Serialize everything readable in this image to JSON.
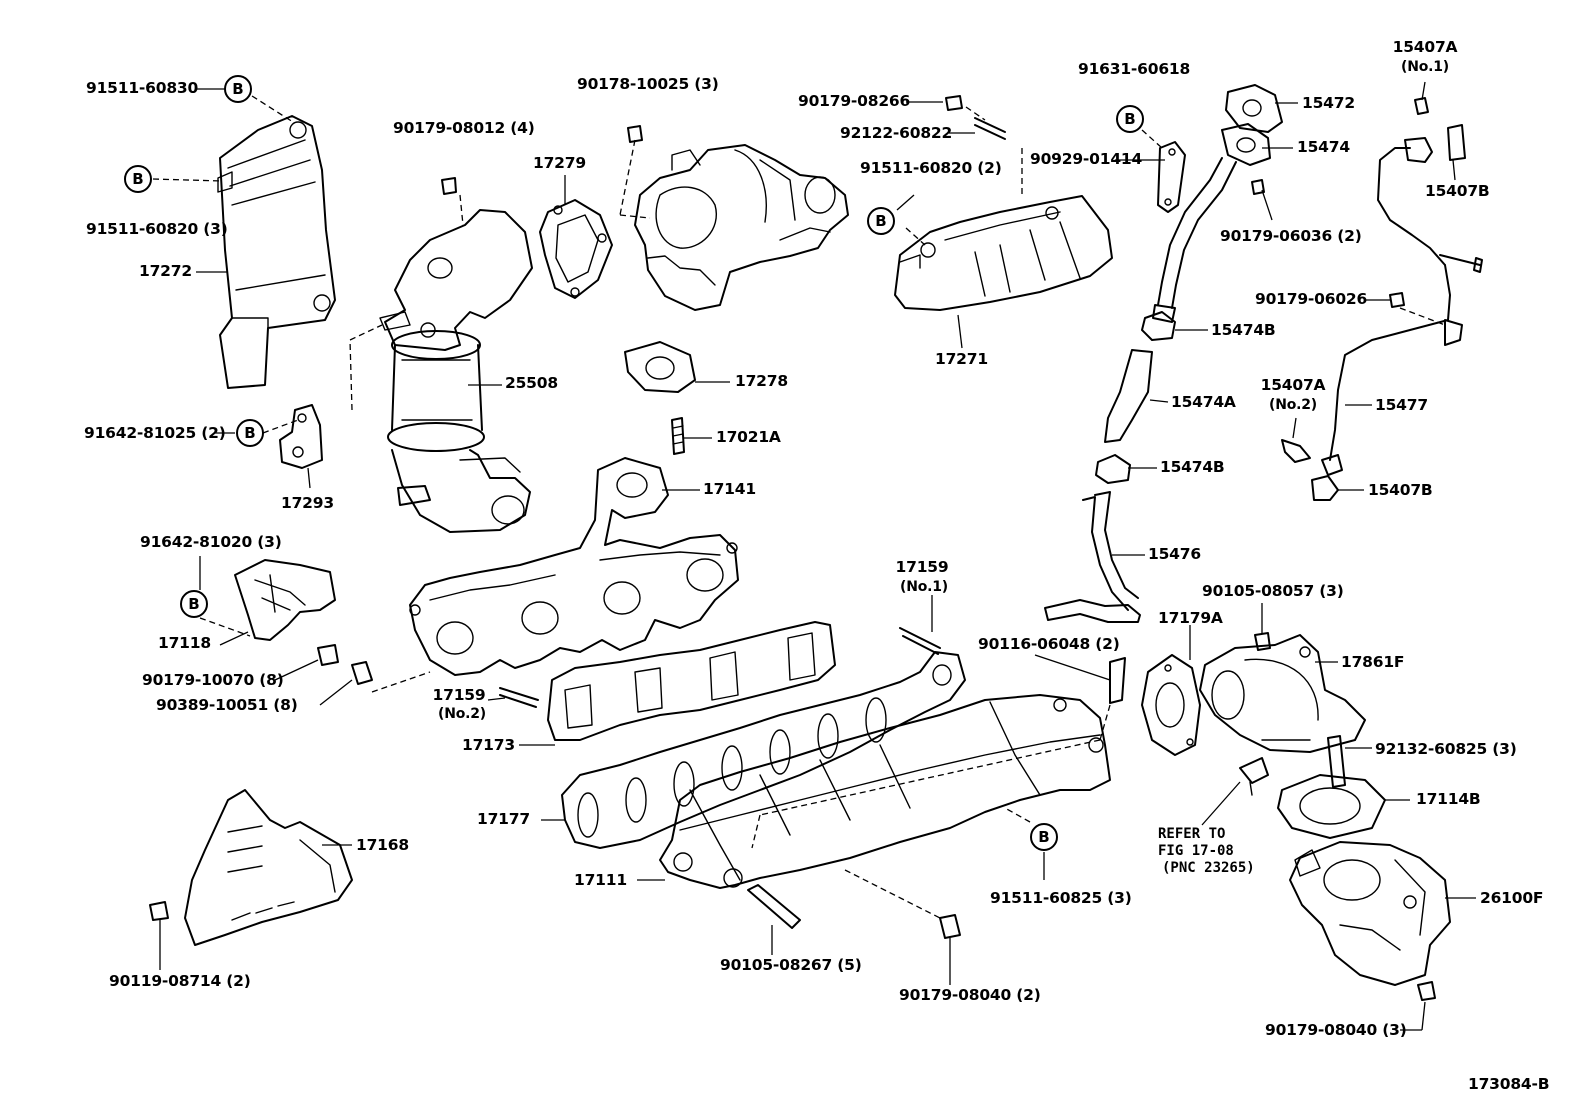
{
  "diagram_ref": "173084-B",
  "callout_letter": "B",
  "parts": {
    "p_91511_60830": "91511-60830",
    "p_91511_60820_3": "91511-60820 (3)",
    "p_17272": "17272",
    "p_91642_81025": "91642-81025 (2)",
    "p_17293": "17293",
    "p_90179_08012": "90179-08012 (4)",
    "p_25508": "25508",
    "p_90178_10025": "90178-10025 (3)",
    "p_17279": "17279",
    "p_17278": "17278",
    "p_17021A": "17021A",
    "p_17141": "17141",
    "p_90179_08266": "90179-08266",
    "p_92122_60822": "92122-60822",
    "p_91511_60820_2": "91511-60820 (2)",
    "p_17271": "17271",
    "p_91631_60618": "91631-60618",
    "p_90929_01414": "90929-01414",
    "p_15472": "15472",
    "p_15474": "15474",
    "p_90179_06036": "90179-06036 (2)",
    "p_15474B_a": "15474B",
    "p_15474A": "15474A",
    "p_15474B_b": "15474B",
    "p_15476": "15476",
    "p_15407A_1": "15407A",
    "p_15407A_1_sub": "(No.1)",
    "p_15407B_a": "15407B",
    "p_90179_06026": "90179-06026",
    "p_15407A_2": "15407A",
    "p_15407A_2_sub": "(No.2)",
    "p_15477": "15477",
    "p_15407B_b": "15407B",
    "p_91642_81020": "91642-81020 (3)",
    "p_17118": "17118",
    "p_90179_10070": "90179-10070 (8)",
    "p_90389_10051": "90389-10051 (8)",
    "p_17159_1": "17159",
    "p_17159_1_sub": "(No.1)",
    "p_17159_2": "17159",
    "p_17159_2_sub": "(No.2)",
    "p_17173": "17173",
    "p_90116_06048": "90116-06048 (2)",
    "p_90105_08057": "90105-08057 (3)",
    "p_17179A": "17179A",
    "p_17861F": "17861F",
    "p_92132_60825": "92132-60825 (3)",
    "p_17114B": "17114B",
    "p_refer_1": "REFER TO",
    "p_refer_2": "FIG 17-08",
    "p_refer_3": "(PNC 23265)",
    "p_26100F": "26100F",
    "p_17177": "17177",
    "p_17111": "17111",
    "p_91511_60825": "91511-60825 (3)",
    "p_90105_08267": "90105-08267 (5)",
    "p_90179_08040_2": "90179-08040 (2)",
    "p_17168": "17168",
    "p_90119_08714": "90119-08714 (2)",
    "p_90179_08040_3": "90179-08040 (3)"
  }
}
